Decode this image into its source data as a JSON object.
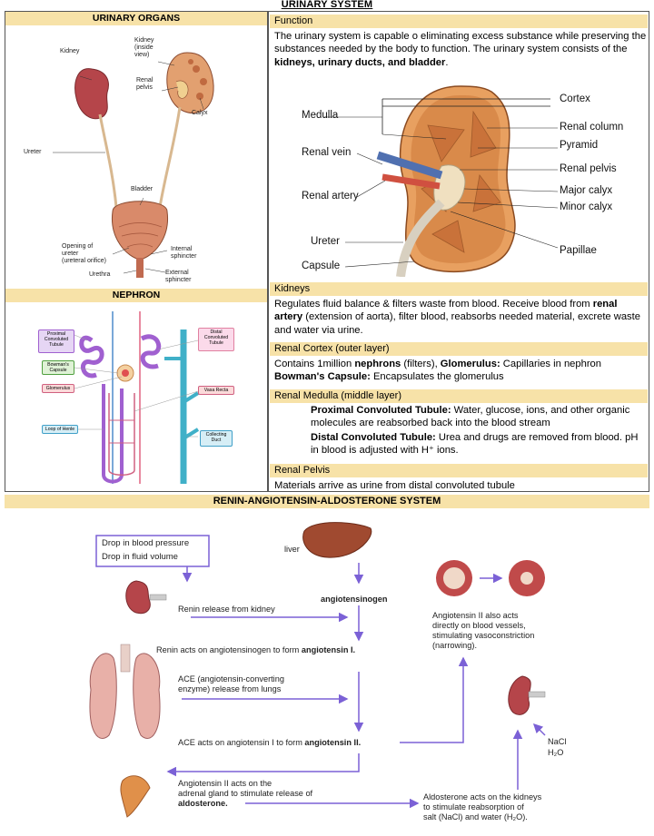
{
  "title": "URINARY SYSTEM",
  "urinary_organs": {
    "header": "URINARY ORGANS",
    "labels": {
      "kidney": "Kidney",
      "kidney_inside": "Kidney\n(inside\nview)",
      "renal_pelvis": "Renal\npelvis",
      "calyx": "Calyx",
      "ureter": "Ureter",
      "bladder": "Bladder",
      "opening": "Opening of\nureter\n(ureteral orifice)",
      "internal_sphincter": "Internal\nsphincter",
      "urethra": "Urethra",
      "external_sphincter": "External\nsphincter"
    }
  },
  "nephron": {
    "header": "NEPHRON",
    "labels": {
      "pct": "Proximal\nConvoluted\nTubule",
      "bowman": "Bowman's\nCapsule",
      "glomerulus": "Glomerulus",
      "loop": "Loop of Henle",
      "dct": "Distal\nConvoluted\nTubule",
      "vasa": "Vasa Recta",
      "collecting": "Collecting\nDuct"
    }
  },
  "function": {
    "header": "Function",
    "text_pre": "The urinary system is capable o eliminating excess substance while preserving the substances needed by the body to function. The urinary system consists of the ",
    "text_bold": "kidneys, urinary ducts, and bladder",
    "text_post": "."
  },
  "kidney_diagram": {
    "medulla": "Medulla",
    "cortex": "Cortex",
    "renal_column": "Renal column",
    "pyramid": "Pyramid",
    "renal_vein": "Renal vein",
    "renal_pelvis": "Renal pelvis",
    "renal_artery": "Renal artery",
    "major_calyx": "Major calyx",
    "minor_calyx": "Minor calyx",
    "ureter": "Ureter",
    "papillae": "Papillae",
    "capsule": "Capsule"
  },
  "kidneys": {
    "header": "Kidneys",
    "t1": "Regulates fluid balance & filters waste from blood. Receive blood from ",
    "b1": "renal artery",
    "t2": " (extension of aorta), filter blood, reabsorbs needed material, excrete waste and water via urine."
  },
  "cortex": {
    "header": "Renal Cortex (outer layer)",
    "t1": "Contains 1million ",
    "b1": "nephrons",
    "t2": " (filters), ",
    "b2": "Glomerulus:",
    "t3": " Capillaries in nephron",
    "b3": "Bowman's Capsule:",
    "t4": " Encapsulates the glomerulus"
  },
  "medulla": {
    "header": "Renal Medulla (middle layer)",
    "b1": "Proximal Convoluted Tubule:",
    "t1": " Water, glucose, ions, and other organic molecules are reabsorbed back into the blood stream",
    "b2": "Distal Convoluted Tubule:",
    "t2": " Urea and drugs are removed from blood. pH in blood is adjusted with H⁺ ions."
  },
  "pelvis": {
    "header": "Renal Pelvis",
    "text": "Materials arrive as urine from distal convoluted tubule"
  },
  "raas": {
    "header": "RENIN-ANGIOTENSIN-ALDOSTERONE SYSTEM",
    "drop_bp": "Drop in blood pressure",
    "drop_fluid": "Drop in fluid volume",
    "liver": "liver",
    "angiotensinogen": "angiotensinogen",
    "renin_release": "Renin release from kidney",
    "renin_acts_pre": "Renin acts on angiotensinogen to form ",
    "renin_acts_bold": "angiotensin I.",
    "ace_release": "ACE (angiotensin-converting\nenzyme) release from lungs",
    "ace_acts_pre": "ACE acts on angiotensin I to form ",
    "ace_acts_bold": "angiotensin II.",
    "ang2_adrenal_pre": "Angiotensin II acts on the\nadrenal gland to stimulate release of\n",
    "ang2_adrenal_bold": "aldosterone.",
    "ang2_vessels": "Angiotensin II also acts\ndirectly on blood vessels,\nstimulating vasoconstriction\n(narrowing).",
    "nacl": "NaCl",
    "h2o": "H₂O",
    "aldosterone_kidneys": "Aldosterone acts on the kidneys\nto stimulate reabsorption of\nsalt (NaCl) and water (H₂O)."
  },
  "colors": {
    "header_bg": "#f7e2a8",
    "arrow": "#7b61d6",
    "kidney": "#b5454a",
    "bladder": "#d98a6a"
  }
}
